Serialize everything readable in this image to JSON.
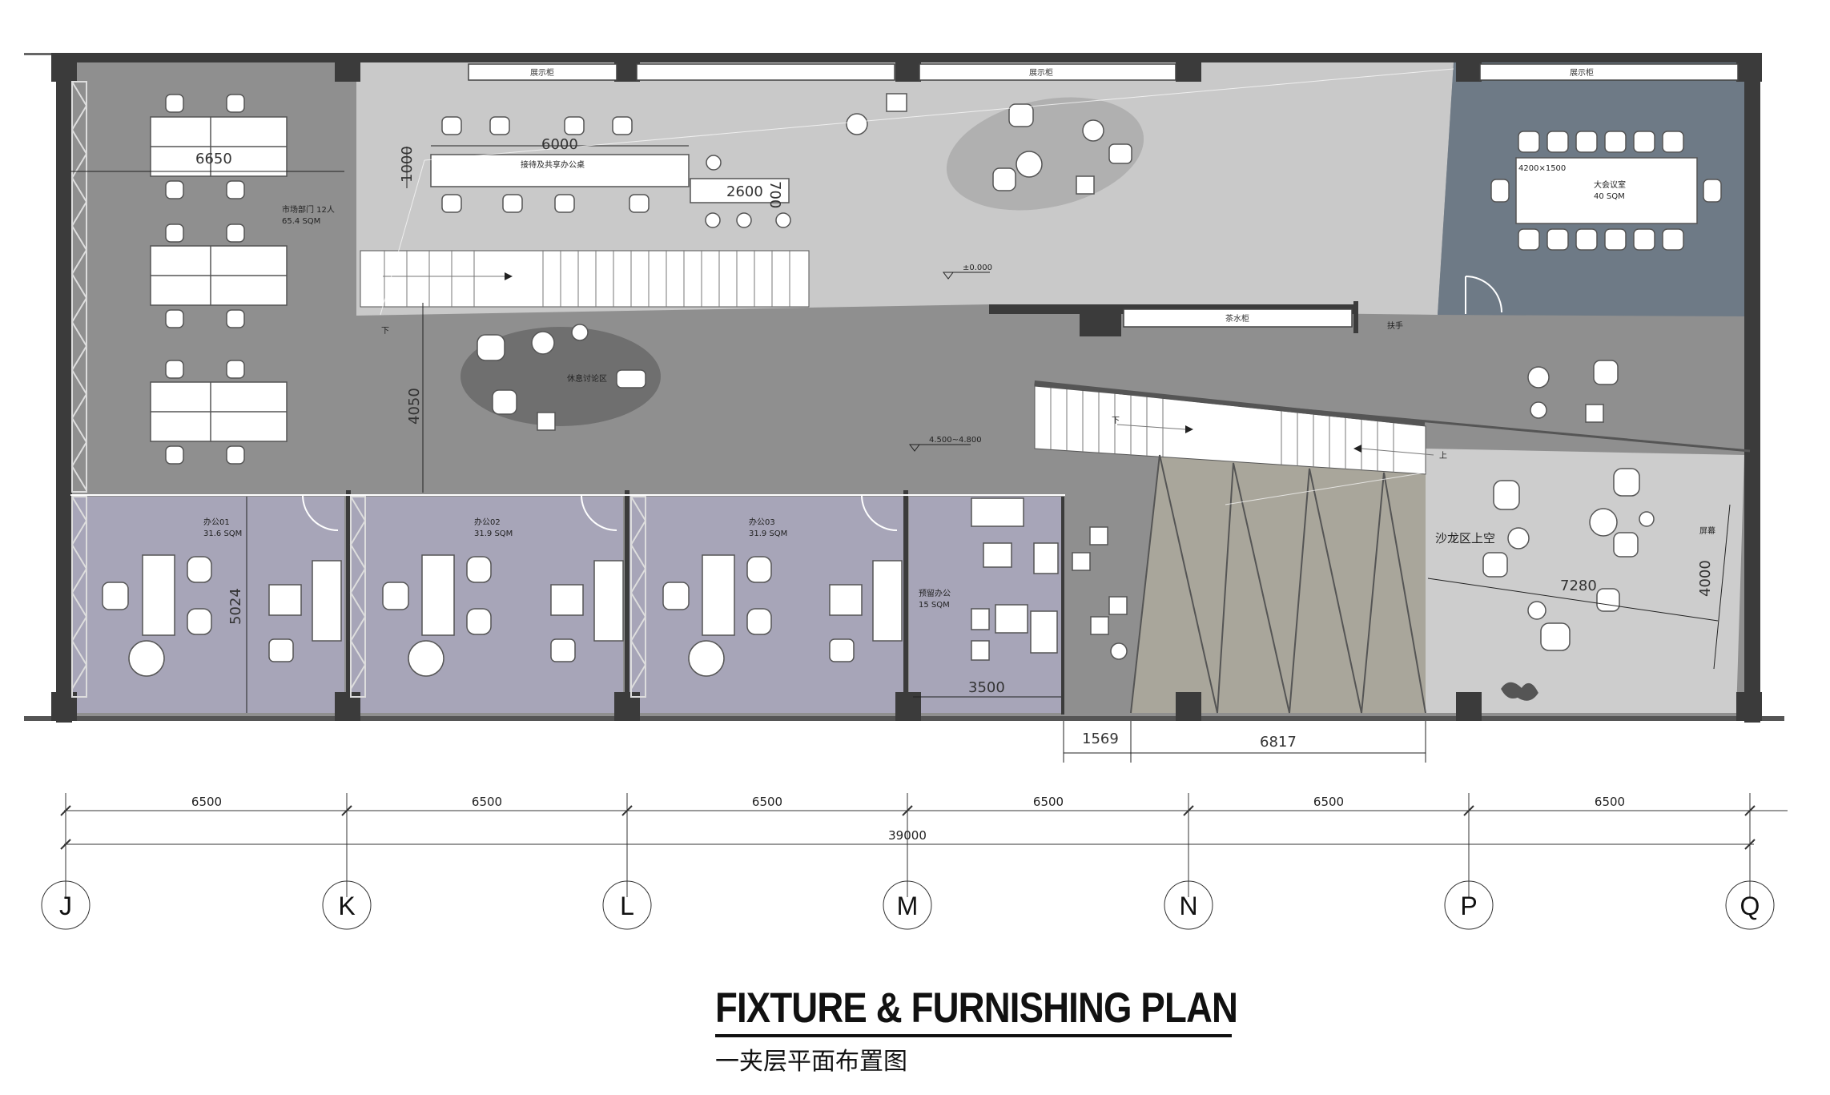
{
  "title": "FIXTURE & FURNISHING PLAN",
  "subtitle": "一夹层平面布置图",
  "axes": {
    "labels": [
      "J",
      "K",
      "L",
      "M",
      "N",
      "P",
      "Q"
    ],
    "spans": [
      "6500",
      "6500",
      "6500",
      "6500",
      "6500",
      "6500"
    ],
    "total": "39000"
  },
  "dims": {
    "d6650": "6650",
    "d1000": "1000",
    "d6000": "6000",
    "d2600": "2600",
    "d700": "700",
    "d4050": "4050",
    "d5024": "5024",
    "d3500": "3500",
    "d1569": "1569",
    "d6817": "6817",
    "d7280": "7280",
    "d4000": "4000"
  },
  "levels": {
    "upper": "±0.000",
    "mid": "4.500~4.800"
  },
  "rooms": {
    "market_name": "市场部门 12人",
    "market_area": "65.4 SQM",
    "office1_name": "办公01",
    "office1_area": "31.6 SQM",
    "office2_name": "办公02",
    "office2_area": "31.9 SQM",
    "office3_name": "办公03",
    "office3_area": "31.9 SQM",
    "reserve_name": "预留办公",
    "reserve_area": "15 SQM",
    "meeting_size": "4200×1500",
    "meeting_name": "大会议室",
    "meeting_area": "40 SQM",
    "shared_desk": "接待及共享办公桌",
    "leisure": "休息讨论区",
    "salon": "沙龙区上空",
    "screen": "屏幕",
    "handrail": "扶手"
  },
  "cabinets": {
    "display": "展示柜",
    "tea": "茶水柜"
  },
  "stairs": {
    "down": "下",
    "up": "上"
  },
  "colors": {
    "floor_main": "#8f8f8f",
    "reception": "#c9c9c9",
    "meeting": "#6e7a86",
    "offices": "#a7a5b8",
    "stair_void": "#a9a69b",
    "salon": "#cdcdcd",
    "wall": "#3b3b3b"
  }
}
